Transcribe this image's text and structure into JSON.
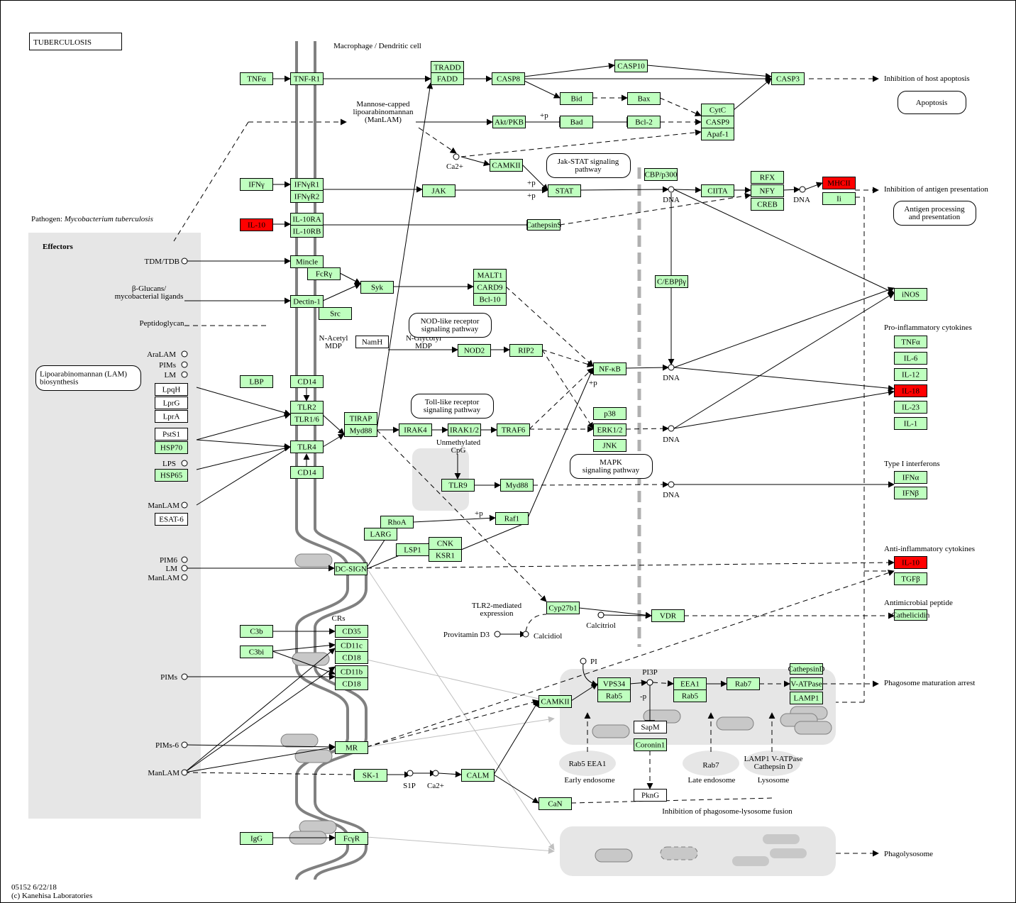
{
  "title": "TUBERCULOSIS",
  "header_cell": "Macrophage / Dendritic cell",
  "pathogen_prefix": "Pathogen:",
  "pathogen_name": "Mycobacterium tuberculosis",
  "effectors_label": "Effectors",
  "footer_id": "05152 6/22/18",
  "footer_copyright": "(c) Kanehisa Laboratories",
  "colors": {
    "gene": "#bfffbf",
    "highlight": "#ff0000",
    "grey_region": "#e6e6e6",
    "membrane": "#808080"
  },
  "genes": [
    {
      "id": "tnfa_in",
      "label": "TNFα"
    },
    {
      "id": "tnfr1",
      "label": "TNF-R1"
    },
    {
      "id": "tradd",
      "label": "TRADD"
    },
    {
      "id": "fadd",
      "label": "FADD"
    },
    {
      "id": "casp8",
      "label": "CASP8"
    },
    {
      "id": "casp10",
      "label": "CASP10"
    },
    {
      "id": "casp3",
      "label": "CASP3"
    },
    {
      "id": "bid",
      "label": "Bid"
    },
    {
      "id": "bax",
      "label": "Bax"
    },
    {
      "id": "cytc",
      "label": "CytC"
    },
    {
      "id": "casp9",
      "label": "CASP9"
    },
    {
      "id": "apaf1",
      "label": "Apaf-1"
    },
    {
      "id": "akt",
      "label": "Akt/PKB"
    },
    {
      "id": "bad",
      "label": "Bad"
    },
    {
      "id": "bcl2",
      "label": "Bcl-2"
    },
    {
      "id": "camkii_top",
      "label": "CAMKII"
    },
    {
      "id": "ifng",
      "label": "IFNγ"
    },
    {
      "id": "ifngr1",
      "label": "IFNγR1"
    },
    {
      "id": "ifngr2",
      "label": "IFNγR2"
    },
    {
      "id": "jak",
      "label": "JAK"
    },
    {
      "id": "stat",
      "label": "STAT"
    },
    {
      "id": "cbp",
      "label": "CBP/p300"
    },
    {
      "id": "ciita",
      "label": "CIITA"
    },
    {
      "id": "rfx",
      "label": "RFX"
    },
    {
      "id": "nfy",
      "label": "NFY"
    },
    {
      "id": "creb",
      "label": "CREB"
    },
    {
      "id": "mhcii",
      "label": "MHCII"
    },
    {
      "id": "ii",
      "label": "Ii"
    },
    {
      "id": "il10_in",
      "label": "IL-10"
    },
    {
      "id": "il10ra",
      "label": "IL-10RA"
    },
    {
      "id": "il10rb",
      "label": "IL-10RB"
    },
    {
      "id": "catS",
      "label": "CathepsinS"
    },
    {
      "id": "mincle",
      "label": "Mincle"
    },
    {
      "id": "fcrg",
      "label": "FcRγ"
    },
    {
      "id": "syk",
      "label": "Syk"
    },
    {
      "id": "dectin1",
      "label": "Dectin-1"
    },
    {
      "id": "src",
      "label": "Src"
    },
    {
      "id": "malt1",
      "label": "MALT1"
    },
    {
      "id": "card9",
      "label": "CARD9"
    },
    {
      "id": "bcl10",
      "label": "Bcl-10"
    },
    {
      "id": "cebpb",
      "label": "C/EBPβγ"
    },
    {
      "id": "inos",
      "label": "iNOS"
    },
    {
      "id": "nod2",
      "label": "NOD2"
    },
    {
      "id": "rip2",
      "label": "RIP2"
    },
    {
      "id": "nfkb",
      "label": "NF-κB"
    },
    {
      "id": "lbp",
      "label": "LBP"
    },
    {
      "id": "cd14a",
      "label": "CD14"
    },
    {
      "id": "tlr2",
      "label": "TLR2"
    },
    {
      "id": "tlr16",
      "label": "TLR1/6"
    },
    {
      "id": "tlr4",
      "label": "TLR4"
    },
    {
      "id": "cd14b",
      "label": "CD14"
    },
    {
      "id": "tirap",
      "label": "TIRAP"
    },
    {
      "id": "myd88",
      "label": "Myd88"
    },
    {
      "id": "irak4",
      "label": "IRAK4"
    },
    {
      "id": "irak12",
      "label": "IRAK1/2"
    },
    {
      "id": "traf6",
      "label": "TRAF6"
    },
    {
      "id": "p38",
      "label": "p38"
    },
    {
      "id": "erk",
      "label": "ERK1/2"
    },
    {
      "id": "jnk",
      "label": "JNK"
    },
    {
      "id": "tlr9",
      "label": "TLR9"
    },
    {
      "id": "myd88b",
      "label": "Myd88"
    },
    {
      "id": "rhoa",
      "label": "RhoA"
    },
    {
      "id": "larg",
      "label": "LARG"
    },
    {
      "id": "raf1",
      "label": "Raf1"
    },
    {
      "id": "lsp1",
      "label": "LSP1"
    },
    {
      "id": "cnk",
      "label": "CNK"
    },
    {
      "id": "ksr1",
      "label": "KSR1"
    },
    {
      "id": "dcsign",
      "label": "DC-SIGN"
    },
    {
      "id": "cyp27b1",
      "label": "Cyp27b1"
    },
    {
      "id": "vdr",
      "label": "VDR"
    },
    {
      "id": "c3b",
      "label": "C3b"
    },
    {
      "id": "c3bi",
      "label": "C3bi"
    },
    {
      "id": "cd35",
      "label": "CD35"
    },
    {
      "id": "cd11c",
      "label": "CD11c"
    },
    {
      "id": "cd18a",
      "label": "CD18"
    },
    {
      "id": "cd11b",
      "label": "CD11b"
    },
    {
      "id": "cd18b",
      "label": "CD18"
    },
    {
      "id": "mr",
      "label": "MR"
    },
    {
      "id": "sk1",
      "label": "SK-1"
    },
    {
      "id": "calm",
      "label": "CALM"
    },
    {
      "id": "can",
      "label": "CaN"
    },
    {
      "id": "camkii_b",
      "label": "CAMKII"
    },
    {
      "id": "vps34",
      "label": "VPS34"
    },
    {
      "id": "rab5a",
      "label": "Rab5"
    },
    {
      "id": "eea1",
      "label": "EEA1"
    },
    {
      "id": "rab5b",
      "label": "Rab5"
    },
    {
      "id": "rab7",
      "label": "Rab7"
    },
    {
      "id": "catD",
      "label": "CathepsinD"
    },
    {
      "id": "vatp",
      "label": "V-ATPase"
    },
    {
      "id": "lamp1",
      "label": "LAMP1"
    },
    {
      "id": "coronin",
      "label": "Coronin1"
    },
    {
      "id": "igg",
      "label": "IgG"
    },
    {
      "id": "fcgr",
      "label": "FcγR"
    },
    {
      "id": "tnfa",
      "label": "TNFα"
    },
    {
      "id": "il6",
      "label": "IL-6"
    },
    {
      "id": "il12",
      "label": "IL-12"
    },
    {
      "id": "il18",
      "label": "IL-18"
    },
    {
      "id": "il23",
      "label": "IL-23"
    },
    {
      "id": "il1",
      "label": "IL-1"
    },
    {
      "id": "ifna",
      "label": "IFNα"
    },
    {
      "id": "ifnb",
      "label": "IFNβ"
    },
    {
      "id": "il10_out",
      "label": "IL-10"
    },
    {
      "id": "tgfb",
      "label": "TGFβ"
    },
    {
      "id": "cathelicidin",
      "label": "Cathelicidin"
    },
    {
      "id": "lpqh",
      "label": "LpqH"
    },
    {
      "id": "lprg",
      "label": "LprG"
    },
    {
      "id": "lpra",
      "label": "LprA"
    },
    {
      "id": "psts1",
      "label": "PstS1"
    },
    {
      "id": "hsp70",
      "label": "HSP70"
    },
    {
      "id": "hsp65",
      "label": "HSP65"
    },
    {
      "id": "esat6",
      "label": "ESAT-6"
    },
    {
      "id": "namh",
      "label": "NamH"
    },
    {
      "id": "sapm",
      "label": "SapM"
    },
    {
      "id": "pkng",
      "label": "PknG"
    }
  ],
  "compounds": [
    {
      "id": "manlam_top",
      "label": "Mannose-capped lipoarabinomannan (ManLAM)"
    },
    {
      "id": "ca_top",
      "label": "Ca2+"
    },
    {
      "id": "tdm",
      "label": "TDM/TDB"
    },
    {
      "id": "bglucan",
      "label": "β-Glucans/ mycobacterial ligands"
    },
    {
      "id": "pepglycan",
      "label": "Peptidoglycan"
    },
    {
      "id": "nacetyl",
      "label": "N-Acetyl MDP"
    },
    {
      "id": "nglycolyl",
      "label": "N-Glycolyl MDP"
    },
    {
      "id": "aralam",
      "label": "AraLAM"
    },
    {
      "id": "pims",
      "label": "PIMs"
    },
    {
      "id": "lm",
      "label": "LM"
    },
    {
      "id": "lps",
      "label": "LPS"
    },
    {
      "id": "manlam2",
      "label": "ManLAM"
    },
    {
      "id": "pim6",
      "label": "PIM6"
    },
    {
      "id": "lm2",
      "label": "LM"
    },
    {
      "id": "manlam3",
      "label": "ManLAM"
    },
    {
      "id": "pims2",
      "label": "PIMs"
    },
    {
      "id": "pims26",
      "label": "PIMs-6"
    },
    {
      "id": "manlam4",
      "label": "ManLAM"
    },
    {
      "id": "cpg",
      "label": "Unmethylated CpG"
    },
    {
      "id": "provitd3",
      "label": "Provitamin D3"
    },
    {
      "id": "calcidiol",
      "label": "Calcidiol"
    },
    {
      "id": "calcitriol",
      "label": "Calcitriol"
    },
    {
      "id": "s1p",
      "label": "S1P"
    },
    {
      "id": "ca_bottom",
      "label": "Ca2+"
    },
    {
      "id": "pi",
      "label": "PI"
    },
    {
      "id": "pi3p",
      "label": "PI3P"
    }
  ],
  "pathway_links": [
    {
      "id": "apoptosis",
      "label": "Apoptosis"
    },
    {
      "id": "jakstat",
      "label": "Jak-STAT signaling pathway"
    },
    {
      "id": "antigen",
      "label": "Antigen processing and presentation"
    },
    {
      "id": "nodlike",
      "label": "NOD-like receptor signaling pathway"
    },
    {
      "id": "tolllike",
      "label": "Toll-like receptor signaling pathway"
    },
    {
      "id": "mapk",
      "label": "MAPK signaling pathway"
    },
    {
      "id": "lam",
      "label": "Lipoarabinomannan (LAM) biosynthesis"
    }
  ],
  "outcomes": [
    {
      "id": "inh_apoptosis",
      "label": "Inhibition of host apoptosis"
    },
    {
      "id": "inh_antigen",
      "label": "Inhibition of antigen presentation"
    },
    {
      "id": "proinflam",
      "label": "Pro-inflammatory cytokines"
    },
    {
      "id": "type1ifn",
      "label": "Type I interferons"
    },
    {
      "id": "antiinflam",
      "label": "Anti-inflammatory cytokines"
    },
    {
      "id": "antimicrobial",
      "label": "Antimicrobial peptide"
    },
    {
      "id": "phagosome_arrest",
      "label": "Phagosome maturation arrest"
    },
    {
      "id": "phagolysosome",
      "label": "Phagolysosome"
    },
    {
      "id": "inh_fusion",
      "label": "Inhibition of phagosome-lysosome fusion"
    }
  ],
  "misc_labels": [
    {
      "id": "dna1",
      "label": "DNA"
    },
    {
      "id": "dna2",
      "label": "DNA"
    },
    {
      "id": "dna3",
      "label": "DNA"
    },
    {
      "id": "dna4",
      "label": "DNA"
    },
    {
      "id": "dna5",
      "label": "DNA"
    },
    {
      "id": "crs",
      "label": "CRs"
    },
    {
      "id": "tlr2expr",
      "label": "TLR2-mediated expression"
    },
    {
      "id": "early_endo",
      "label": "Early endosome"
    },
    {
      "id": "late_endo",
      "label": "Late endosome"
    },
    {
      "id": "lysosome",
      "label": "Lysosome"
    },
    {
      "id": "early_endo_comp",
      "label": "Rab5  EEA1"
    },
    {
      "id": "late_endo_comp",
      "label": "Rab7"
    },
    {
      "id": "lyso_comp",
      "label": "LAMP1 V-ATPase Cathepsin D"
    },
    {
      "id": "p_plus1",
      "label": "+p"
    },
    {
      "id": "p_plus2",
      "label": "+p"
    },
    {
      "id": "p_plus3",
      "label": "+p"
    },
    {
      "id": "p_plus4",
      "label": "+p"
    },
    {
      "id": "p_plus5",
      "label": "+p"
    },
    {
      "id": "p_minus",
      "label": "-p"
    }
  ]
}
